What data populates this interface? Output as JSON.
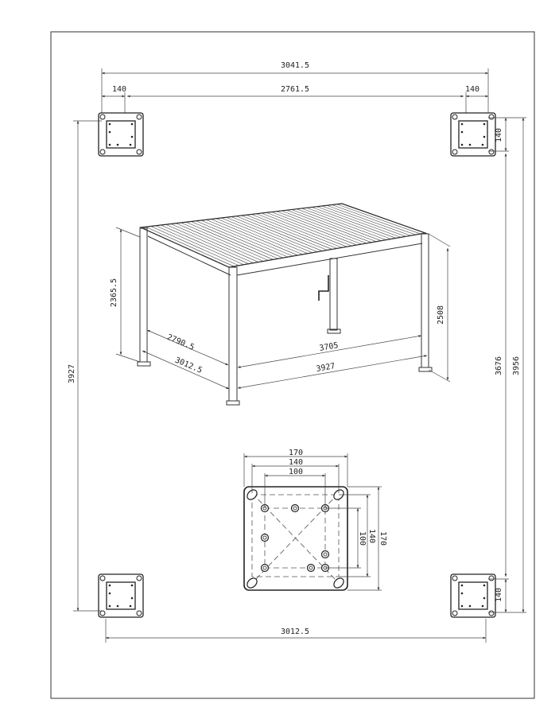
{
  "top_view": {
    "overall_width": "3041.5",
    "inner_width": "2761.5",
    "plate_left": "140",
    "plate_right": "140",
    "left_height": "3927",
    "right_plate_top": "140",
    "right_inner_height": "3676",
    "right_overall_height": "3956",
    "right_plate_bottom": "140",
    "bottom_width": "3012.5"
  },
  "perspective_view": {
    "height_left": "2365.5",
    "height_right": "2508",
    "depth_inner": "2790.5",
    "depth_outer": "3012.5",
    "width_inner": "3705",
    "width_outer": "3927"
  },
  "base_plate": {
    "width_170": "170",
    "width_140": "140",
    "width_100": "100",
    "height_170": "170",
    "height_140": "140",
    "height_100": "100"
  },
  "colors": {
    "line": "#333333",
    "background": "#ffffff"
  }
}
